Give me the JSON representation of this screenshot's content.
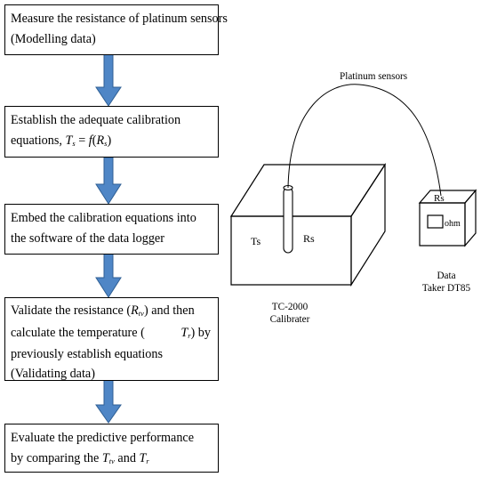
{
  "steps": [
    {
      "lines": [
        "Measure the resistance of platinum sensors",
        "(Modelling data)"
      ]
    },
    {
      "line1": "Establish the adequate calibration",
      "line2_prefix": "equations, ",
      "T": "T",
      "s": "s",
      "eq": " = ",
      "f": "f",
      "open": "(",
      "R": "R",
      "s2": "s",
      "close": ")"
    },
    {
      "lines": [
        "Embed the calibration equations into",
        "the software of the data logger"
      ]
    },
    {
      "l1a": "Validate the resistance (",
      "R": "R",
      "tv": "tv",
      "l1b": ") and then",
      "l2a": "calculate the temperature (",
      "T": "T",
      "r": "r",
      "l2b": ") by",
      "l3": "previously establish equations",
      "l4": "(Validating data)"
    },
    {
      "l1": "Evaluate the predictive performance",
      "l2a": "by comparing the ",
      "T1": "T",
      "tv": "tv",
      "and": " and ",
      "T2": "T",
      "r": "r"
    }
  ],
  "apparatus": {
    "sensor_label": "Platinum sensors",
    "bath_ts": "Ts",
    "bath_rs": "Rs",
    "bath_caption": [
      "TC-2000",
      "Calibrater"
    ],
    "logger_rs": "Rs",
    "logger_display": "ohm",
    "logger_caption": [
      "Data",
      "Taker DT85"
    ]
  },
  "colors": {
    "arrow_fill": "#4f86c6",
    "arrow_stroke": "#2f5f94"
  }
}
